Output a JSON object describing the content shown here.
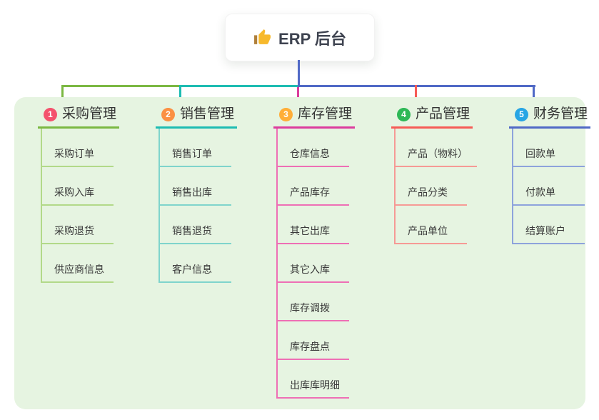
{
  "root": {
    "label": "ERP 后台",
    "icon": "thumbs-up-icon"
  },
  "colors": {
    "canvas_bg": "#ffffff",
    "panel_bg": "#e6f4e1",
    "root_connector": "#5069c6",
    "root_text": "#3e4350",
    "thumb_icon_yellow": "#f7b92c",
    "thumb_icon_sleeve": "#b07f3a"
  },
  "tree": {
    "branches": [
      {
        "index": "1",
        "label": "采购管理",
        "color": "#7bb842",
        "light": "#b2d989",
        "badge": "#f4526d",
        "children": [
          "采购订单",
          "采购入库",
          "采购退货",
          "供应商信息"
        ]
      },
      {
        "index": "2",
        "label": "销售管理",
        "color": "#1dbcb2",
        "light": "#7fd4cc",
        "badge": "#fb9043",
        "children": [
          "销售订单",
          "销售出库",
          "销售退货",
          "客户信息"
        ]
      },
      {
        "index": "3",
        "label": "库存管理",
        "color": "#dc3d9e",
        "light": "#ee6fb5",
        "badge": "#ffae38",
        "children": [
          "仓库信息",
          "产品库存",
          "其它出库",
          "其它入库",
          "库存调拨",
          "库存盘点",
          "出库库明细"
        ]
      },
      {
        "index": "4",
        "label": "产品管理",
        "color": "#f65b56",
        "light": "#f69a95",
        "badge": "#2eb856",
        "children": [
          "产品（物料）",
          "产品分类",
          "产品单位"
        ]
      },
      {
        "index": "5",
        "label": "财务管理",
        "color": "#5069c6",
        "light": "#8ea3dc",
        "badge": "#27a5e4",
        "children": [
          "回款单",
          "付款单",
          "结算账户"
        ]
      }
    ]
  }
}
